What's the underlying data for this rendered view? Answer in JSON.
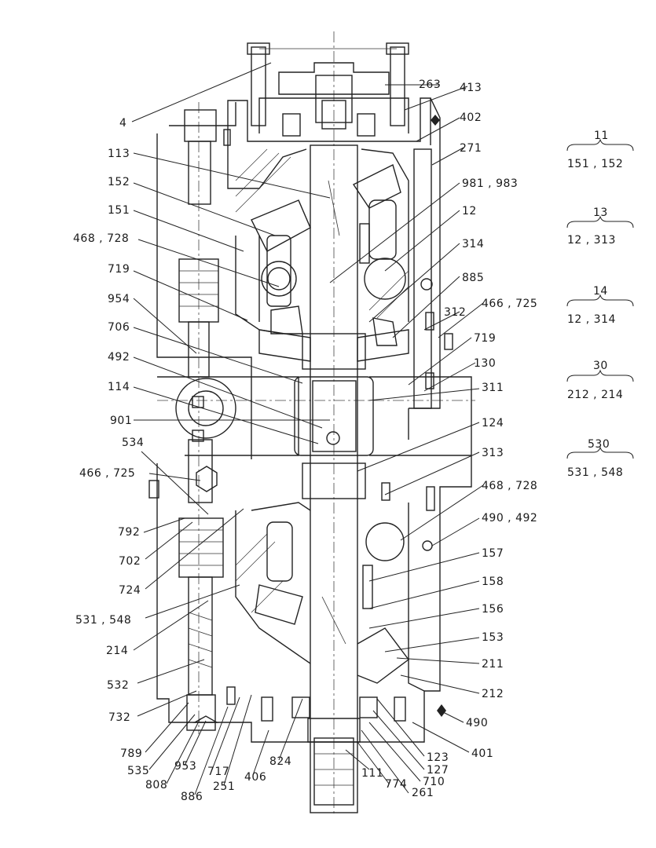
{
  "labels_left": [
    "4",
    "113",
    "152",
    "151",
    "468 , 728",
    "719",
    "954",
    "706",
    "492",
    "114",
    "901",
    "534",
    "466 , 725",
    "792",
    "702",
    "724",
    "531 , 548",
    "214",
    "532",
    "732",
    "789",
    "535",
    "808",
    "953",
    "886",
    "251",
    "717",
    "406",
    "824"
  ],
  "labels_right": [
    "263",
    "413",
    "402",
    "271",
    "981 , 983",
    "12",
    "314",
    "885",
    "466 , 725",
    "312",
    "719",
    "130",
    "311",
    "124",
    "313",
    "468 , 728",
    "490 , 492",
    "157",
    "158",
    "156",
    "153",
    "211",
    "212",
    "490",
    "401",
    "123",
    "127",
    "710",
    "261",
    "774",
    "111"
  ],
  "groups": [
    {
      "id": "11",
      "members": "151 , 152"
    },
    {
      "id": "13",
      "members": "12 , 313"
    },
    {
      "id": "14",
      "members": "12 , 314"
    },
    {
      "id": "30",
      "members": "212 , 214"
    },
    {
      "id": "530",
      "members": "531 , 548"
    }
  ]
}
